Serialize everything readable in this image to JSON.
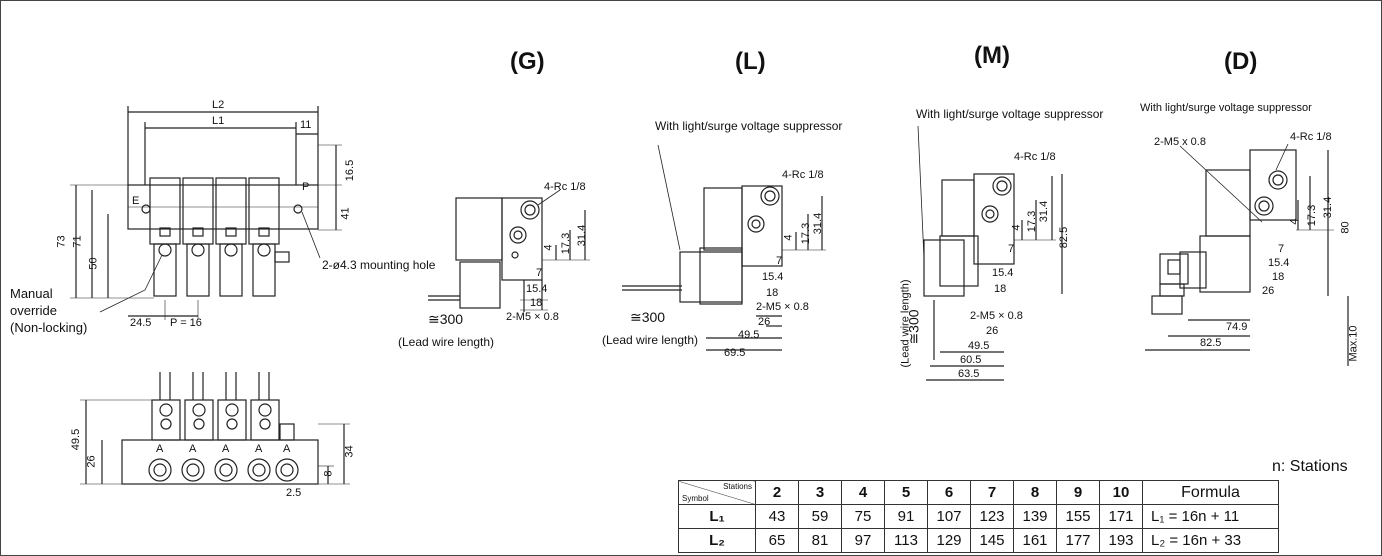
{
  "views": {
    "g": {
      "title": "(G)"
    },
    "l": {
      "title": "(L)"
    },
    "m": {
      "title": "(M)"
    },
    "d": {
      "title": "(D)"
    }
  },
  "annotations": {
    "manual_override": [
      "Manual",
      "override",
      "(Non-locking)"
    ],
    "mounting_hole": "2-ø4.3 mounting hole",
    "light_surge_l": "With light/surge voltage suppressor",
    "light_surge_m": "With light/surge voltage suppressor",
    "light_surge_d": "With light/surge voltage suppressor",
    "lead_wire_g": "(Lead wire length)",
    "lead_wire_l": "(Lead wire length)",
    "lead_wire_m": "(Lead wire length)"
  },
  "dimensions": {
    "main": {
      "L2": "L2",
      "L1": "L1",
      "d11": "11",
      "d16_5": "16.5",
      "d73": "73",
      "d71": "71",
      "d50": "50",
      "d41": "41",
      "d24_5": "24.5",
      "pitch": "P = 16",
      "port_P": "P",
      "port_E": "E"
    },
    "bottom": {
      "d49_5": "49.5",
      "d26": "26",
      "d34": "34",
      "d8": "8",
      "d2_5": "2.5",
      "port_A": "A"
    },
    "g": {
      "rc": "4-Rc 1/8",
      "d4": "4",
      "d17_3": "17.3",
      "d31_4": "31.4",
      "d7": "7",
      "d15_4": "15.4",
      "d18": "18",
      "m5": "2-M5 × 0.8",
      "lead": "≅300"
    },
    "l": {
      "rc": "4-Rc 1/8",
      "d4": "4",
      "d17_3": "17.3",
      "d31_4": "31.4",
      "d7": "7",
      "d15_4": "15.4",
      "d18": "18",
      "m5": "2-M5 × 0.8",
      "d26": "26",
      "d49_5": "49.5",
      "d69_5": "69.5",
      "lead": "≅300"
    },
    "m": {
      "rc": "4-Rc 1/8",
      "d4": "4",
      "d17_3": "17.3",
      "d31_4": "31.4",
      "d82_5": "82.5",
      "d7": "7",
      "d15_4": "15.4",
      "d18": "18",
      "m5": "2-M5 × 0.8",
      "d26": "26",
      "d49_5": "49.5",
      "d60_5": "60.5",
      "d63_5": "63.5",
      "lead": "≅300"
    },
    "d": {
      "m5": "2-M5 x 0.8",
      "rc": "4-Rc 1/8",
      "d31_4": "31.4",
      "d17_3": "17.3",
      "d4": "4",
      "d80": "80",
      "d7": "7",
      "d15_4": "15.4",
      "d18": "18",
      "d26": "26",
      "d74_9": "74.9",
      "d82_5": "82.5",
      "max10": "Max.10"
    }
  },
  "table": {
    "note": "n: Stations",
    "corner_top": "Stations",
    "corner_bottom": "Symbol",
    "stations": [
      "2",
      "3",
      "4",
      "5",
      "6",
      "7",
      "8",
      "9",
      "10"
    ],
    "formula_header": "Formula",
    "rows": [
      {
        "symbol": "L₁",
        "values": [
          "43",
          "59",
          "75",
          "91",
          "107",
          "123",
          "139",
          "155",
          "171"
        ],
        "formula": "L₁ = 16n + 11"
      },
      {
        "symbol": "L₂",
        "values": [
          "65",
          "81",
          "97",
          "113",
          "129",
          "145",
          "161",
          "177",
          "193"
        ],
        "formula": "L₂ = 16n + 33"
      }
    ]
  }
}
